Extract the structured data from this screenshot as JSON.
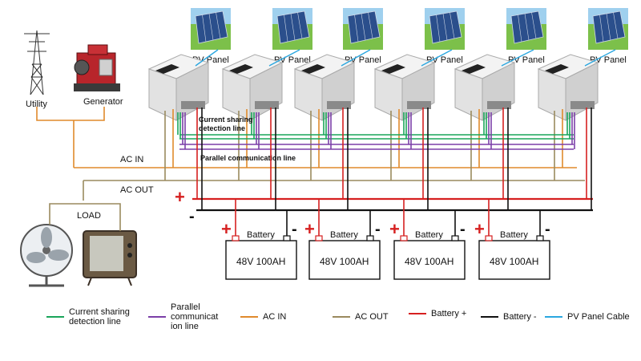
{
  "labels": {
    "pv_panel": "PV Panel",
    "utility": "Utility",
    "generator": "Generator",
    "ac_in": "AC IN",
    "ac_out": "AC OUT",
    "load": "LOAD",
    "current_sharing": "Current sharing\ndetection line",
    "parallel_comm": "Parallel communication line",
    "battery_word": "Battery",
    "battery_rating": "48V 100AH",
    "plus": "+",
    "minus": "-"
  },
  "legend": [
    {
      "label": "Current sharing\ndetection line",
      "color": "#1aa55a"
    },
    {
      "label": "Parallel\ncommunicat\nion line",
      "color": "#7b3fa8"
    },
    {
      "label": "AC IN",
      "color": "#e08a2c"
    },
    {
      "label": "AC OUT",
      "color": "#9a8a5e"
    },
    {
      "label": "Battery +",
      "color": "#d62020"
    },
    {
      "label": "Battery -",
      "color": "#111111"
    },
    {
      "label": "PV Panel Cable",
      "color": "#2aa7e0"
    }
  ],
  "colors": {
    "current_sharing": "#1aa55a",
    "parallel": "#7b3fa8",
    "ac_in": "#e08a2c",
    "ac_out": "#9a8a5e",
    "battery_pos": "#d62020",
    "battery_neg": "#111111",
    "pv_cable": "#2aa7e0"
  }
}
